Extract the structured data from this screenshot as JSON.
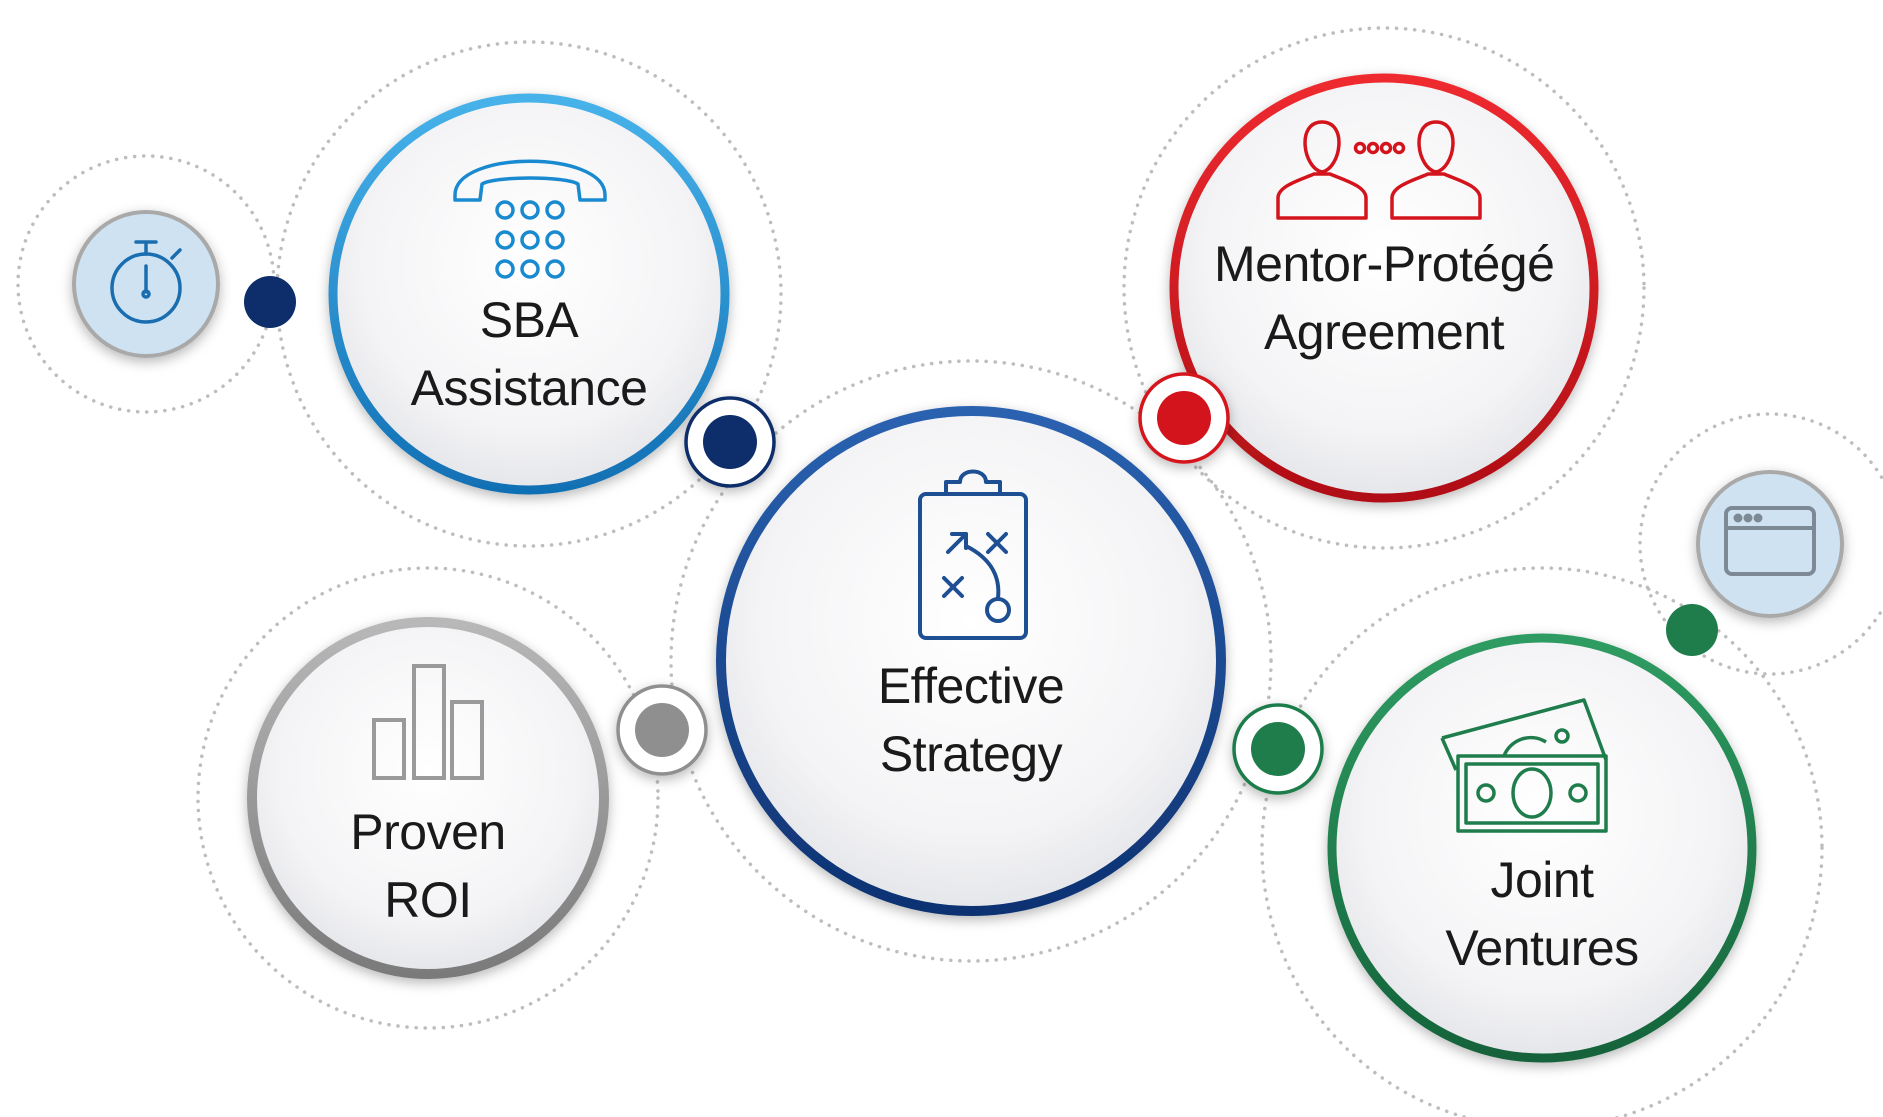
{
  "nodes": {
    "sba": {
      "line1": "SBA",
      "line2": "Assistance",
      "icon": "telephone-icon",
      "color": "#1a8ad0"
    },
    "mentor": {
      "line1": "Mentor-Protégé",
      "line2": "Agreement",
      "icon": "two-people-icon",
      "color": "#d4141c"
    },
    "center": {
      "line1": "Effective",
      "line2": "Strategy",
      "icon": "strategy-clipboard-icon",
      "color": "#1e4f93"
    },
    "roi": {
      "line1": "Proven",
      "line2": "ROI",
      "icon": "bar-chart-icon",
      "color": "#8c8c8c"
    },
    "joint": {
      "line1": "Joint",
      "line2": "Ventures",
      "icon": "money-bills-icon",
      "color": "#1f7d4c"
    }
  },
  "satellites": {
    "stopwatch": {
      "icon": "stopwatch-icon",
      "color": "#1a6eb0"
    },
    "browser": {
      "icon": "browser-window-icon",
      "color": "#7d8a96"
    }
  },
  "connector_colors": {
    "navy": "#0e2d6b",
    "red": "#d4141c",
    "gray": "#8f8f8f",
    "green": "#1f7d4c"
  }
}
